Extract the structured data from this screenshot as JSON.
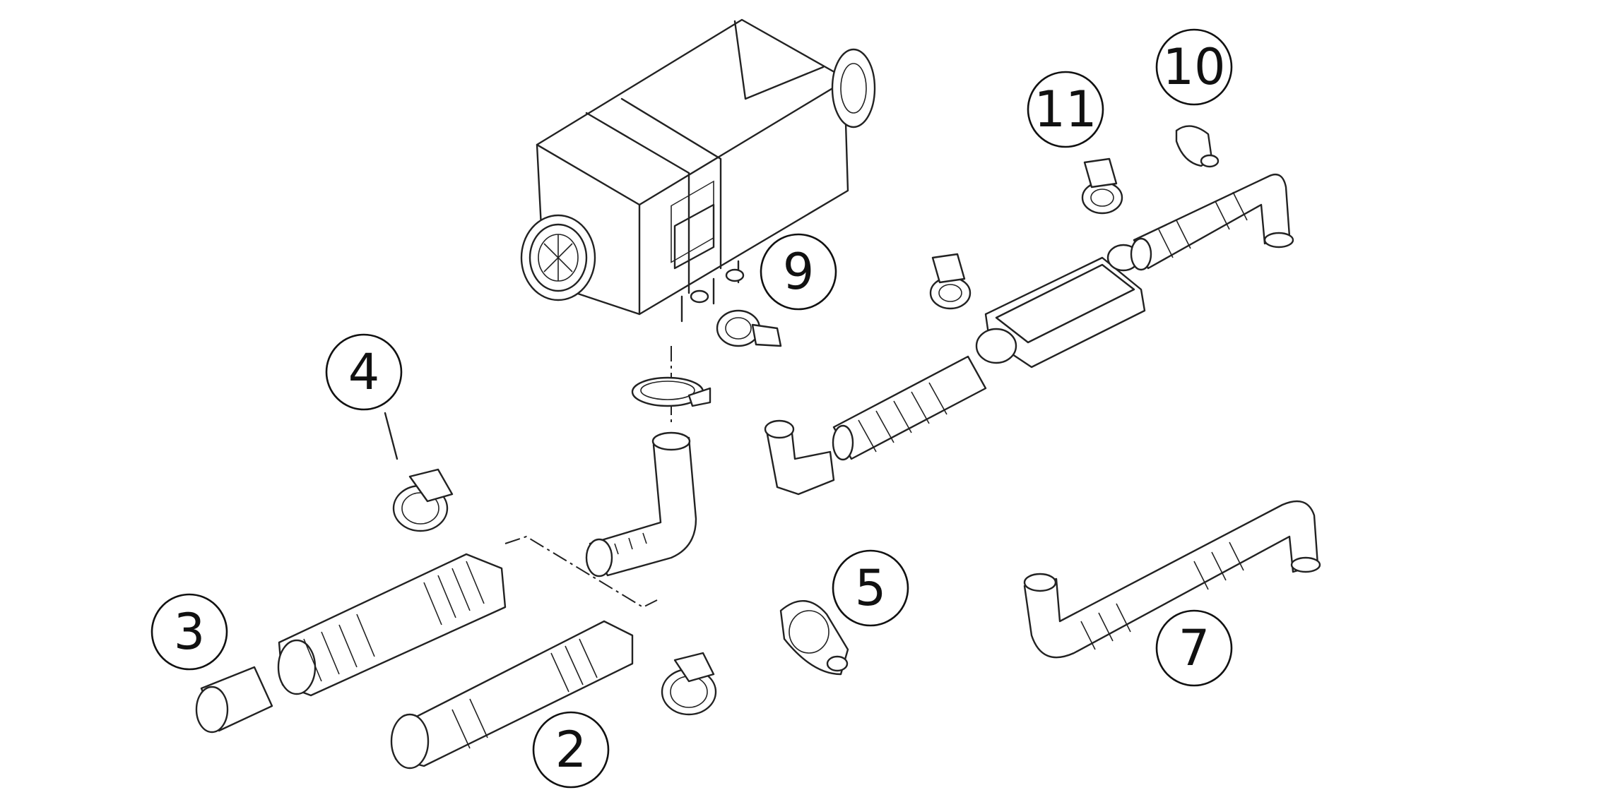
{
  "callouts": {
    "c2": "2",
    "c3": "3",
    "c4": "4",
    "c5": "5",
    "c7": "7",
    "c9": "9",
    "c10": "10",
    "c11": "11"
  },
  "colors": {
    "line": "#222222",
    "background": "#ffffff"
  },
  "parts": [
    "heater-unit",
    "pipe-adapter",
    "hose-clamp",
    "flexible-hose",
    "pipe-clip",
    "exhaust-elbow",
    "exhaust-silencer",
    "exhaust-pipe",
    "clamp",
    "mounting-clip"
  ]
}
